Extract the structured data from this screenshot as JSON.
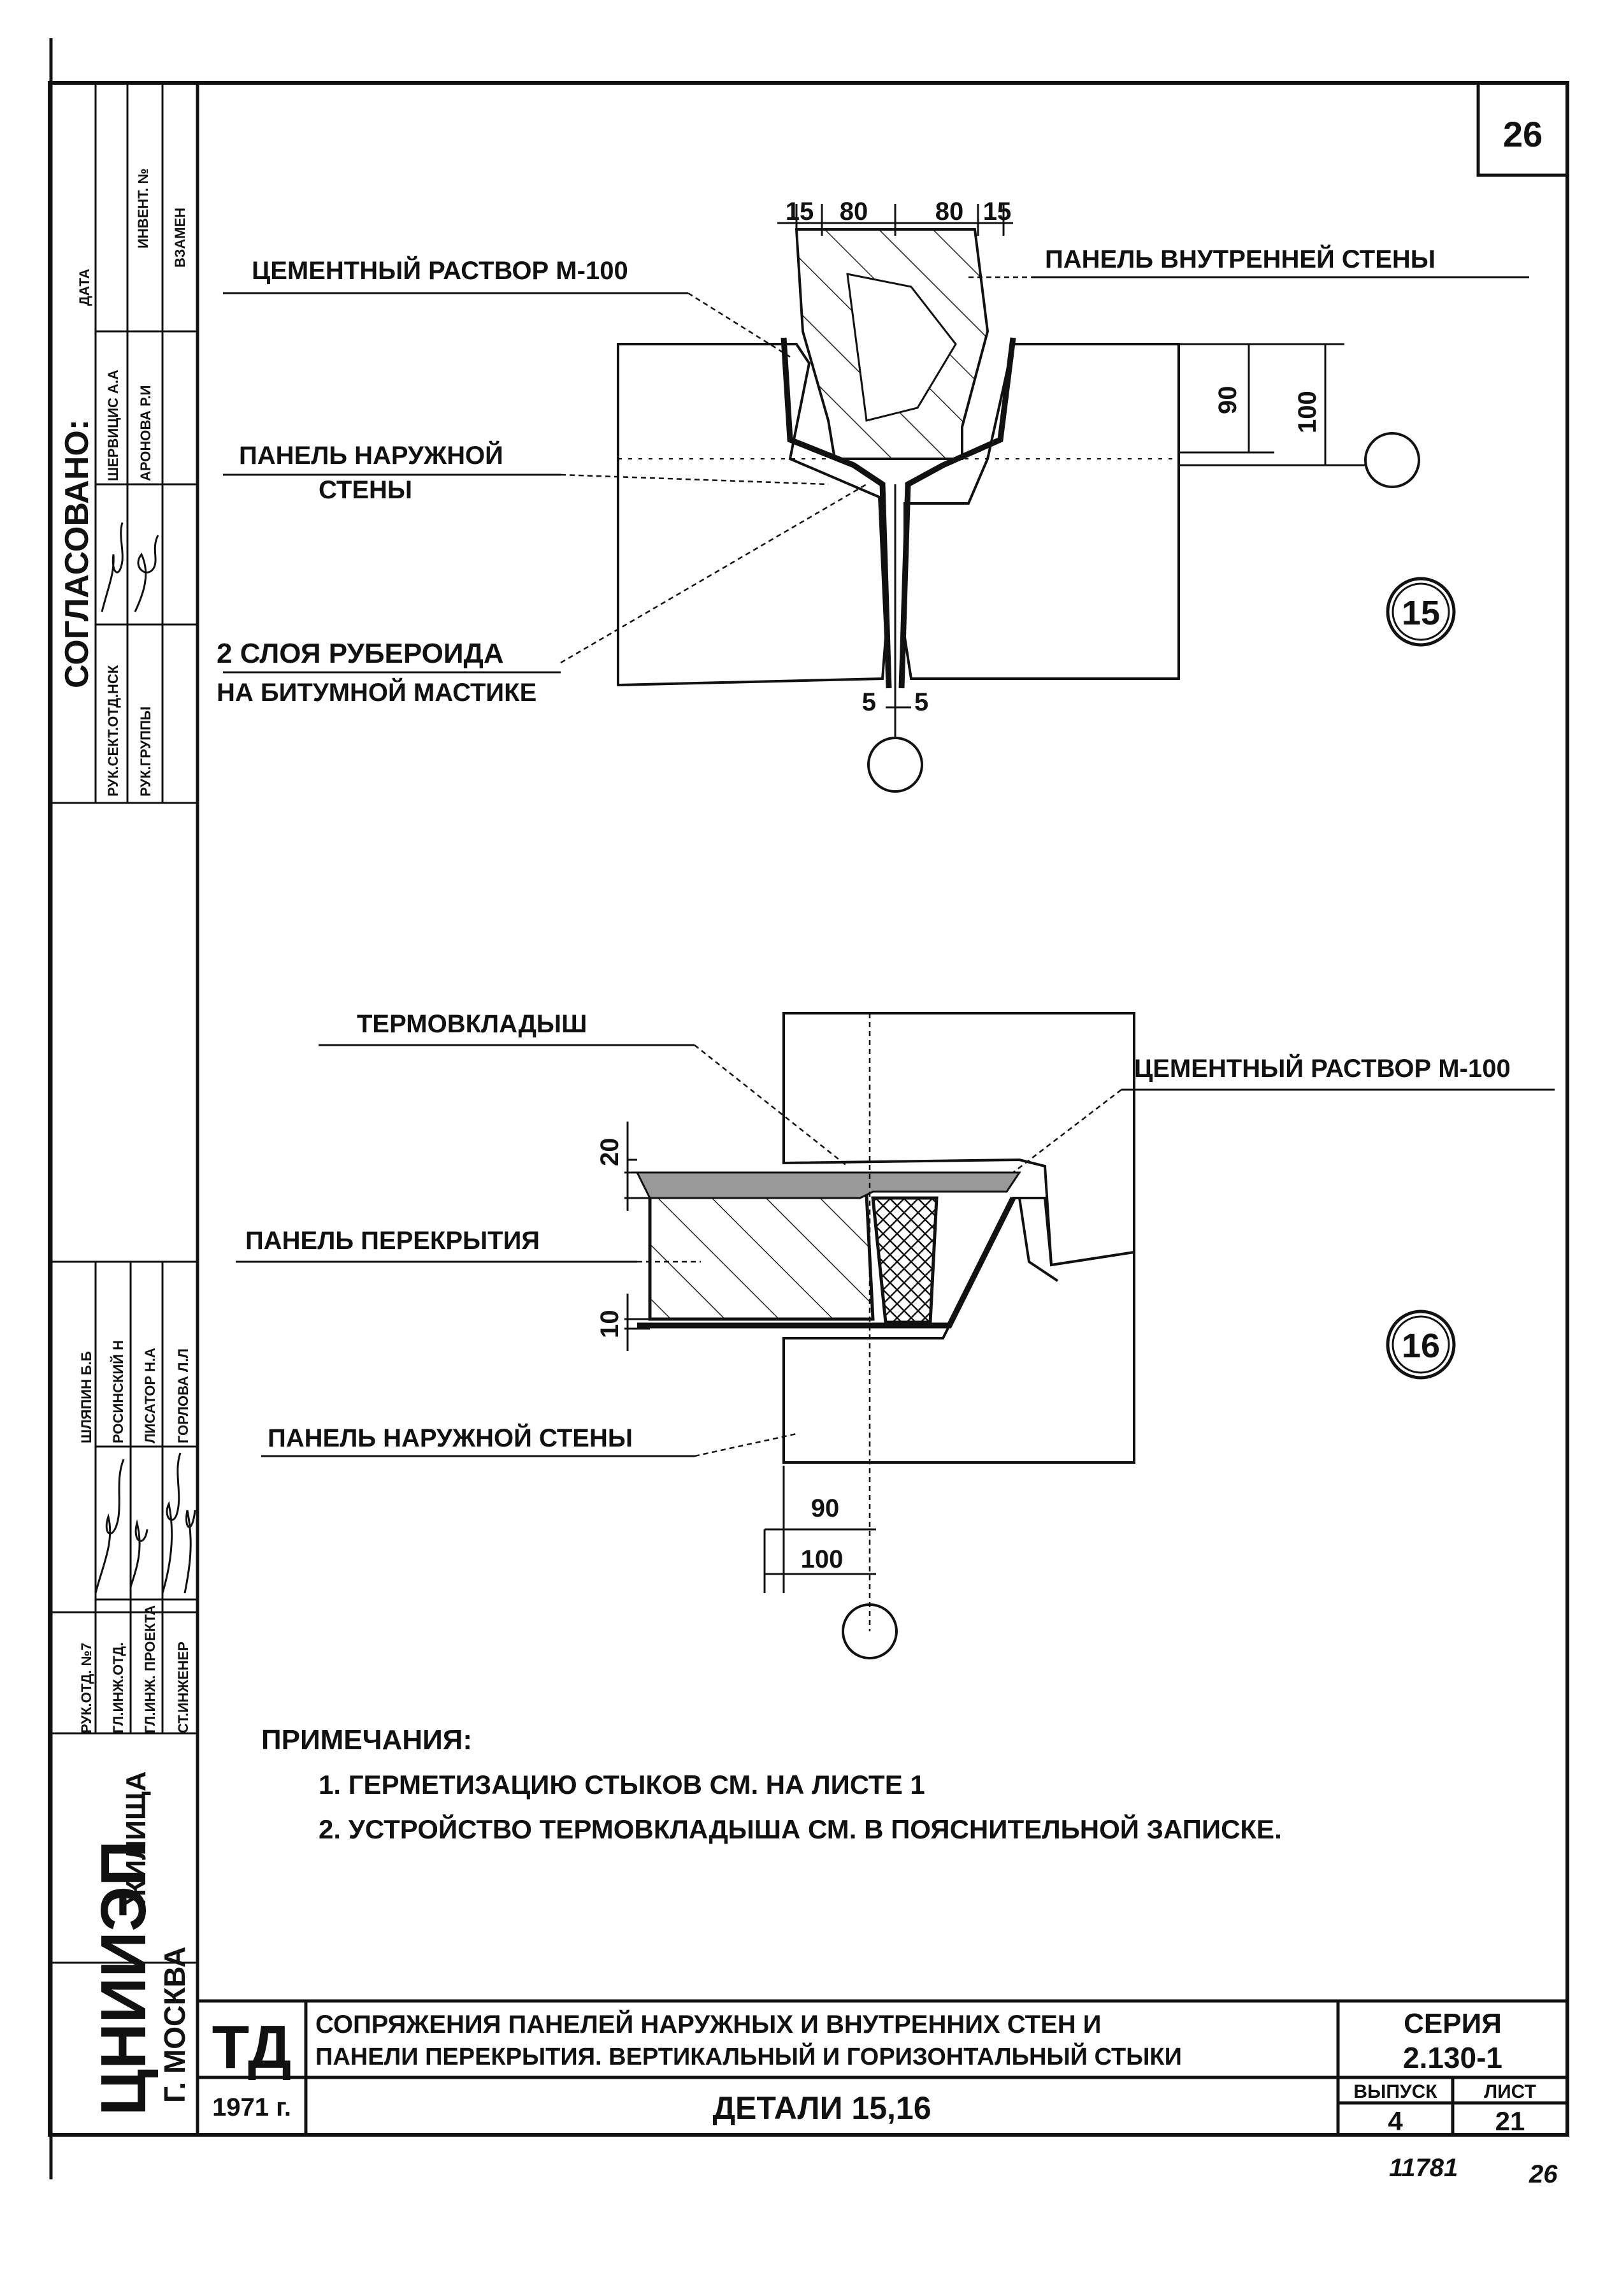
{
  "sheet_number": "26",
  "approval_block": {
    "title": "СОГЛАСОВАНО:",
    "col_date": "ДАТА",
    "col_inv": "ИНВЕНТ. №",
    "col_replace": "ВЗАМЕН",
    "roles": [
      "РУК.СЕКТ.ОТД.НСК",
      "РУК.ГРУППЫ"
    ],
    "names": [
      "ШЕРВИЦИС А.А",
      "АРОНОВА Р.И"
    ]
  },
  "staff_block": {
    "roles": [
      "РУК.ОТД. №7",
      "ГЛ.ИНЖ.ОТД.",
      "ГЛ.ИНЖ. ПРОЕКТА",
      "СТ.ИНЖЕНЕР"
    ],
    "names": [
      "ШЛЯПИН Б.Б",
      "РОСИНСКИЙ Н",
      "ЛИСАТОР Н.А",
      "ГОРЛОВА Л.Л"
    ]
  },
  "org": {
    "name": "ЦНИИЭП",
    "sub": "ЖИЛИЩА",
    "city": "Г. МОСКВА"
  },
  "detail15": {
    "marker": "15",
    "label_mortar": "ЦЕМЕНТНЫЙ РАСТВОР М-100",
    "label_inner_panel": "ПАНЕЛЬ ВНУТРЕННЕЙ СТЕНЫ",
    "label_outer_panel_1": "ПАНЕЛЬ НАРУЖНОЙ",
    "label_outer_panel_2": "СТЕНЫ",
    "label_roofing_1": "2 СЛОЯ РУБЕРОИДА",
    "label_roofing_2": "НА БИТУМНОЙ МАСТИКЕ",
    "dim_top": [
      "15",
      "80",
      "80",
      "15"
    ],
    "dim_side": [
      "90",
      "100"
    ],
    "dim_bottom": [
      "5",
      "5"
    ]
  },
  "detail16": {
    "marker": "16",
    "label_insert": "ТЕРМОВКЛАДЫШ",
    "label_mortar": "ЦЕМЕНТНЫЙ РАСТВОР М-100",
    "label_floor_panel": "ПАНЕЛЬ ПЕРЕКРЫТИЯ",
    "label_outer_panel": "ПАНЕЛЬ НАРУЖНОЙ СТЕНЫ",
    "dim_side": [
      "20",
      "10"
    ],
    "dim_bottom": [
      "90",
      "100"
    ]
  },
  "notes": {
    "title": "ПРИМЕЧАНИЯ:",
    "items": [
      "1. ГЕРМЕТИЗАЦИЮ СТЫКОВ СМ. НА ЛИСТЕ 1",
      "2. УСТРОЙСТВО ТЕРМОВКЛАДЫША СМ. В ПОЯСНИТЕЛЬНОЙ  ЗАПИСКЕ."
    ]
  },
  "title_block": {
    "code": "ТД",
    "description_1": "СОПРЯЖЕНИЯ ПАНЕЛЕЙ НАРУЖНЫХ И ВНУТРЕННИХ СТЕН  И",
    "description_2": "ПАНЕЛИ ПЕРЕКРЫТИЯ. ВЕРТИКАЛЬНЫЙ И ГОРИЗОНТАЛЬНЫЙ СТЫКИ",
    "series_label": "СЕРИЯ",
    "series_value": "2.130-1",
    "year": "1971 г.",
    "details": "ДЕТАЛИ 15,16",
    "issue_label": "ВЫПУСК",
    "issue_value": "4",
    "sheet_label": "ЛИСТ",
    "sheet_value": "21"
  },
  "footer": {
    "inventory": "11781",
    "page": "26"
  }
}
